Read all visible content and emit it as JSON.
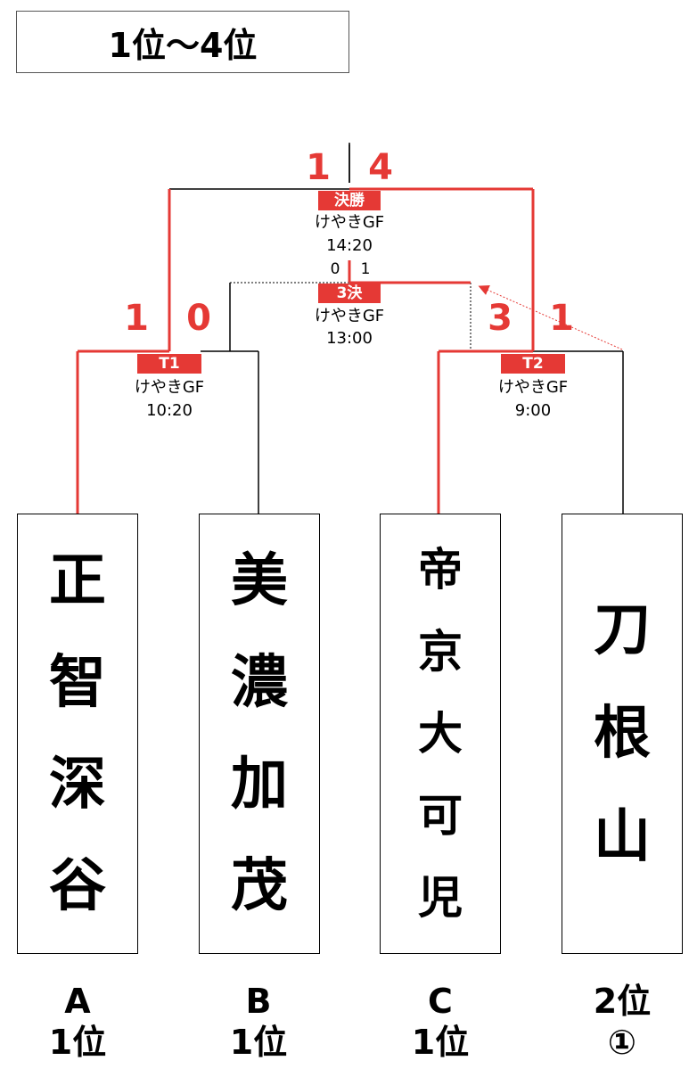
{
  "title": "1位〜4位",
  "final": {
    "tag": "決勝",
    "venue": "けやきGF",
    "time": "14:20",
    "score_left": "1",
    "score_right": "4"
  },
  "third_place": {
    "tag": "3決",
    "venue": "けやきGF",
    "time": "13:00",
    "score_left": "0",
    "score_right": "1"
  },
  "semis": [
    {
      "tag": "T1",
      "venue": "けやきGF",
      "time": "10:20",
      "score_left": "1",
      "score_right": "0"
    },
    {
      "tag": "T2",
      "venue": "けやきGF",
      "time": "9:00",
      "score_left": "3",
      "score_right": "1"
    }
  ],
  "teams": [
    {
      "name": [
        "正",
        "智",
        "深",
        "谷"
      ],
      "seed_line1": "A",
      "seed_line2": "1位"
    },
    {
      "name": [
        "美",
        "濃",
        "加",
        "茂"
      ],
      "seed_line1": "B",
      "seed_line2": "1位"
    },
    {
      "name": [
        "帝",
        "京",
        "大",
        "可",
        "児"
      ],
      "seed_line1": "C",
      "seed_line2": "1位"
    },
    {
      "name": [
        "刀",
        "根",
        "山"
      ],
      "seed_line1": "2位",
      "seed_line2": "①"
    }
  ],
  "colors": {
    "winner_line": "#e53935",
    "loser_line": "#000000",
    "tag_bg": "#e53935"
  }
}
